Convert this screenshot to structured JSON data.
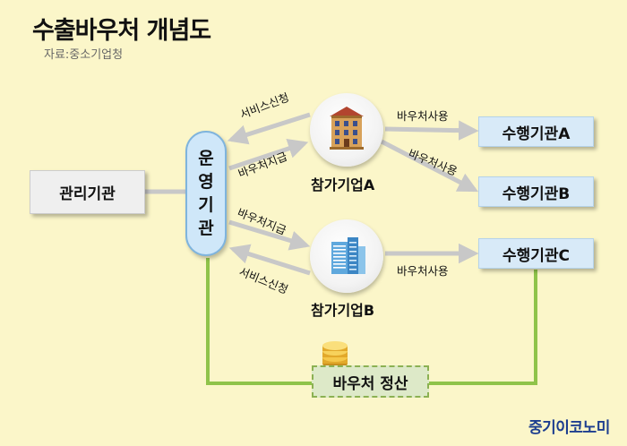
{
  "title": "수출바우처 개념도",
  "source": "자료:중소기업청",
  "nodes": {
    "management": "관리기관",
    "operations": [
      "운",
      "영",
      "기",
      "관"
    ],
    "company_a": "참가기업A",
    "company_b": "참가기업B",
    "performer_a": "수행기관A",
    "performer_b": "수행기관B",
    "performer_c": "수행기관C",
    "settlement": "바우처 정산"
  },
  "edges": {
    "service_request_a": "서비스신청",
    "voucher_payment_a": "바우처지급",
    "voucher_payment_b": "바우처지급",
    "service_request_b": "서비스신청",
    "voucher_use_a1": "바우처사용",
    "voucher_use_a2": "바우처사용",
    "voucher_use_b": "바우처사용"
  },
  "colors": {
    "background": "#fbf6c9",
    "arrow": "#c8c8c8",
    "settlement_line": "#8fc34a",
    "brand": "#1d3e8f"
  },
  "icons": {
    "company_a": "building-icon",
    "company_b": "office-tower-icon",
    "settlement": "coins-icon"
  },
  "brand": "중기이코노미"
}
